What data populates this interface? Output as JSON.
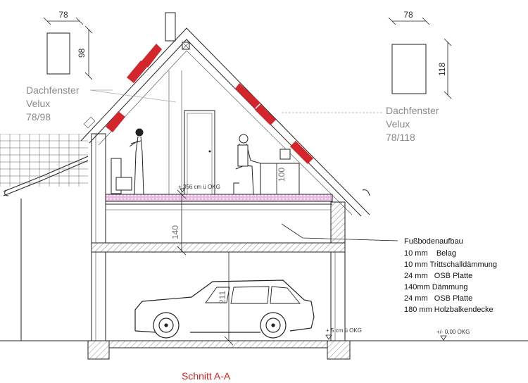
{
  "title": "Schnitt A-A",
  "colors": {
    "title": "#e02020",
    "insulation": "#e8b8e0",
    "roof_tile": "#d4242c",
    "label_gray": "#8a8a8a"
  },
  "windows": {
    "left": {
      "width_dim": "78",
      "height_dim": "98",
      "label_line1": "Dachfenster",
      "label_line2": "Velux",
      "label_line3": "78/98"
    },
    "right": {
      "width_dim": "78",
      "height_dim": "118",
      "label_line1": "Dachfenster",
      "label_line2": "Velux",
      "label_line3": "78/118"
    }
  },
  "levels": {
    "upper_floor": "+ 356 cm ü OKG",
    "garage_floor": "+ 5 cm ü OKG",
    "ground": "+/- 0,00 OKG"
  },
  "dimensions": {
    "storey_height": "140",
    "desk_height": "100",
    "garage_height": "211"
  },
  "floor_build_up": {
    "title": "Fußbodenaufbau",
    "layers": [
      "10 mm    Belag",
      "10 mm Trittschalldämmung",
      "24 mm   OSB Platte",
      "140mm Dämmung",
      "24 mm   OSB Platte",
      "180 mm Holzbalkendecke"
    ]
  }
}
